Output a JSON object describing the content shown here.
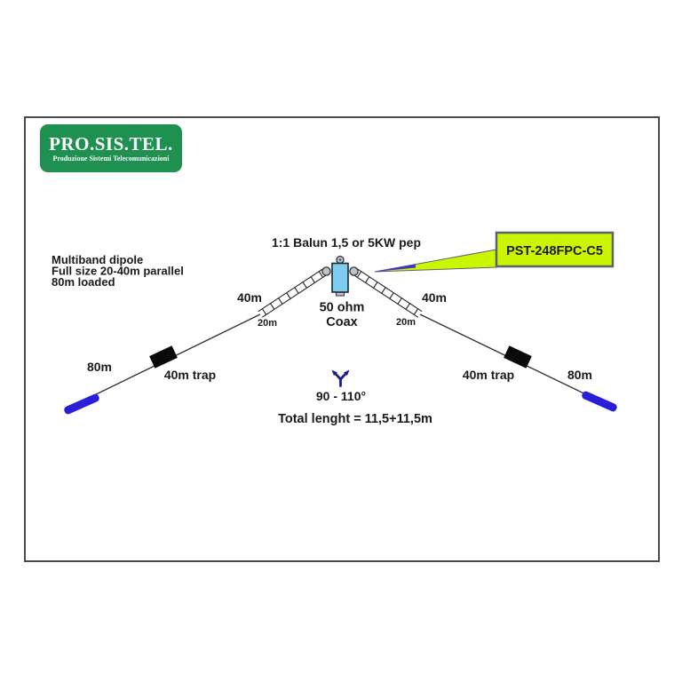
{
  "logo": {
    "title": "PRO.SIS.TEL.",
    "subtitle": "Produzione Sistemi Telecomunicazioni",
    "bg_color": "#1e9150",
    "text_color": "#ffffff"
  },
  "description": {
    "line1": "Multiband dipole",
    "line2": "Full size 20-40m parallel",
    "line3": "80m loaded"
  },
  "balun": {
    "label": "1:1  Balun 1,5 or 5KW pep",
    "body_color": "#7ecdf0",
    "eyelet_color": "#b9c4cc"
  },
  "callout": {
    "label": "PST-248FPC-C5",
    "bg_color": "#ccf500",
    "pointer_tip_color": "#4433cc"
  },
  "feedline": {
    "line1": "50 ohm",
    "line2": "Coax"
  },
  "elements": {
    "left_40m": "40m",
    "left_20m": "20m",
    "right_40m": "40m",
    "right_20m": "20m",
    "left_80m": "80m",
    "right_80m": "80m",
    "left_trap": "40m trap",
    "right_trap": "40m trap"
  },
  "angle": {
    "value": "90 - 110°",
    "symbol_color": "#1b1b8f"
  },
  "total": {
    "label": "Total lenght = 11,5+11,5m"
  },
  "colors": {
    "wire": "#333333",
    "trap": "#0a0a0a",
    "insulator": "#2a1fd6",
    "frame_border": "#4a4a4a"
  }
}
